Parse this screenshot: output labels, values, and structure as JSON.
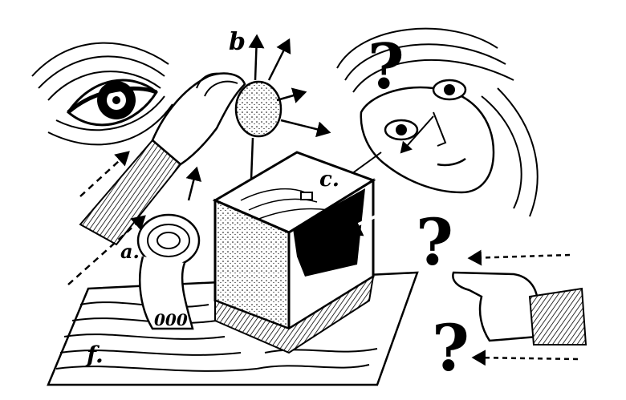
{
  "illustration": {
    "style": "black ink line illustration",
    "colors": {
      "ink": "#000000",
      "paper": "#ffffff"
    },
    "labels": {
      "a": "a.",
      "b": "b",
      "c": "c.",
      "f": "f."
    },
    "question_marks": [
      "?",
      "?",
      "?"
    ],
    "tape_measure_marks": "000"
  }
}
